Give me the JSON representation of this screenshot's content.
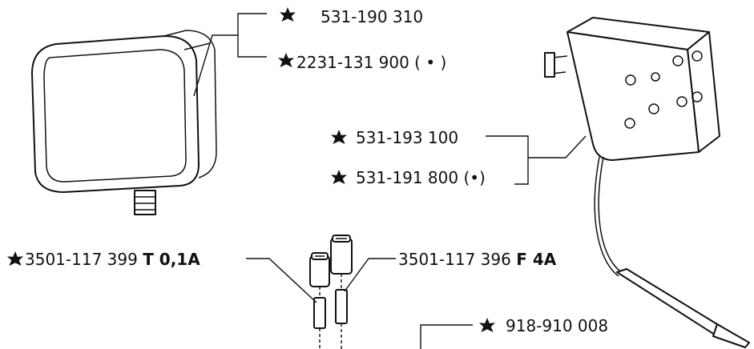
{
  "parts": {
    "adapter_a": {
      "part_number": "531-190 310",
      "starred": true
    },
    "adapter_b": {
      "part_number": "2231-131 900 ( • )",
      "starred": true
    },
    "transformer_a": {
      "part_number": "531-193 100",
      "starred": true
    },
    "transformer_b": {
      "part_number": "531-191 800 (•)",
      "starred": true
    },
    "fuse_small": {
      "part_number": "3501-117 399",
      "rating": "T 0,1A",
      "starred": true
    },
    "fuse_large": {
      "part_number": "3501-117 396",
      "rating": "F 4A",
      "starred": false
    },
    "probe": {
      "part_number": "918-910 008",
      "starred": true
    }
  },
  "icons": {
    "star": "asterisk-star-icon"
  }
}
